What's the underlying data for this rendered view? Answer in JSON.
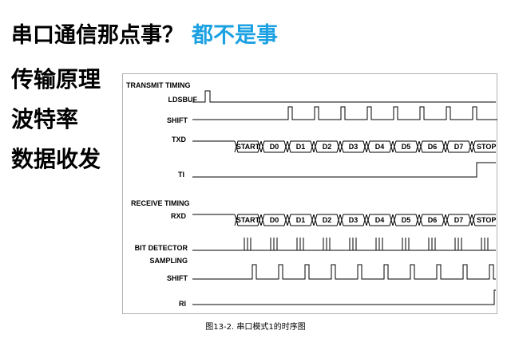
{
  "title": {
    "main": "串口通信那点事？",
    "accent": "都不是事",
    "accent_color": "#1ba1e2"
  },
  "topics": [
    "传输原理",
    "波特率",
    "数据收发"
  ],
  "diagram": {
    "transmit_heading": "TRANSMIT TIMING",
    "receive_heading": "RECEIVE TIMING",
    "signals": {
      "ldsbuf": "LDSBUF",
      "shift_tx": "SHIFT",
      "txd": "TXD",
      "ti": "TI",
      "rxd": "RXD",
      "bit_detector": "BIT DETECTOR",
      "sampling": "SAMPLING",
      "shift_rx": "SHIFT",
      "ri": "RI"
    },
    "frame_segments": [
      "START",
      "D0",
      "D1",
      "D2",
      "D3",
      "D4",
      "D5",
      "D6",
      "D7",
      "STOP"
    ]
  },
  "caption": "图13-2. 串口模式1的时序图"
}
